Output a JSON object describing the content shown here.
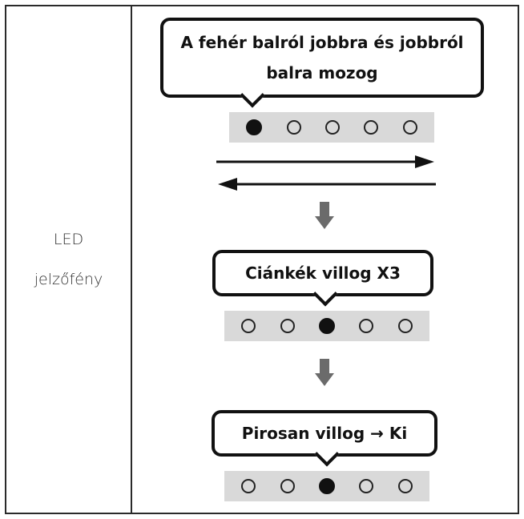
{
  "row_label": {
    "line1": "LED",
    "line2": "jelzőfény"
  },
  "steps": [
    {
      "callout": {
        "line1": "A fehér balról jobbra és jobbról",
        "line2": "balra mozog"
      },
      "leds": [
        1,
        0,
        0,
        0,
        0
      ]
    },
    {
      "callout": {
        "text": "Ciánkék villog X3"
      },
      "leds": [
        0,
        0,
        1,
        0,
        0
      ]
    },
    {
      "callout": {
        "text": "Pirosan villog → Ki"
      },
      "leds": [
        0,
        0,
        1,
        0,
        0
      ]
    }
  ],
  "colors": {
    "border": "#2a2a2a",
    "strip": "#d9d9d9",
    "arrow": "#6b6b6b",
    "led_on": "#111111"
  },
  "icons": [
    "right-arrow-icon",
    "left-arrow-icon",
    "down-arrow-icon"
  ]
}
